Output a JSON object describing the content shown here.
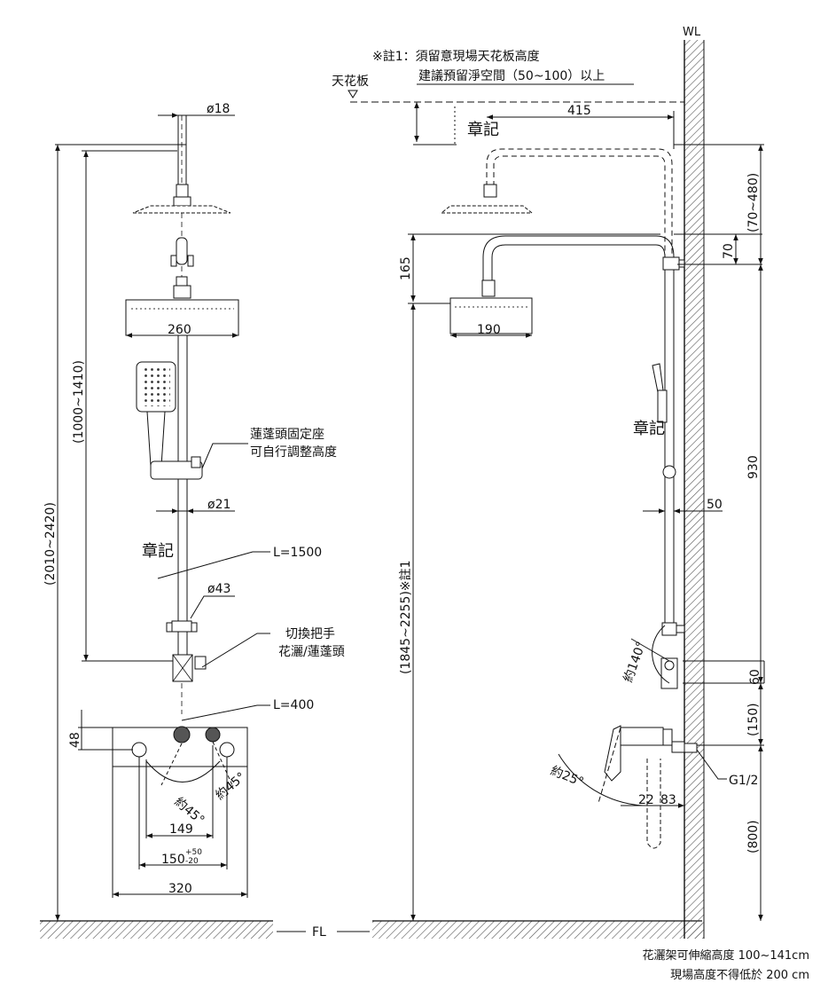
{
  "labels": {
    "wl": "WL",
    "fl": "FL",
    "ceiling": "天花板",
    "note1_line1": "※註1：須留意現場天花板高度",
    "note1_line2": "建議預留淨空間（50~100）以上",
    "stamp": "章記"
  },
  "front_view": {
    "d18": "ø18",
    "d21": "ø21",
    "d43": "ø43",
    "w260": "260",
    "h_range": "(1000~1410)",
    "total_range": "(2010~2420)",
    "holder_line1": "蓮蓬頭固定座",
    "holder_line2": "可自行調整高度",
    "pipe_long": "L=1500",
    "pipe_short": "L=400",
    "switch_line1": "切換把手",
    "switch_line2": "花灑/蓮蓬頭",
    "dim48": "48",
    "dim149": "149",
    "dim150": "150",
    "tol_plus": "+50",
    "tol_minus": "-20",
    "dim320": "320",
    "angle_left": "約45°",
    "angle_right": "約45°"
  },
  "side_view": {
    "d415": "415",
    "d165": "165",
    "d190": "190",
    "d70": "70",
    "range70_480": "(70~480)",
    "d930": "930",
    "d50": "50",
    "range1845": "(1845~2255)※註1",
    "angle140": "約140°",
    "angle25": "約25°",
    "d60": "60",
    "range150": "(150)",
    "range800": "(800)",
    "g12": "G1/2",
    "d22": "22",
    "d83": "83"
  },
  "footnotes": {
    "line1": "花灑架可伸縮高度 100~141cm",
    "line2": "現場高度不得低於 200 cm"
  }
}
